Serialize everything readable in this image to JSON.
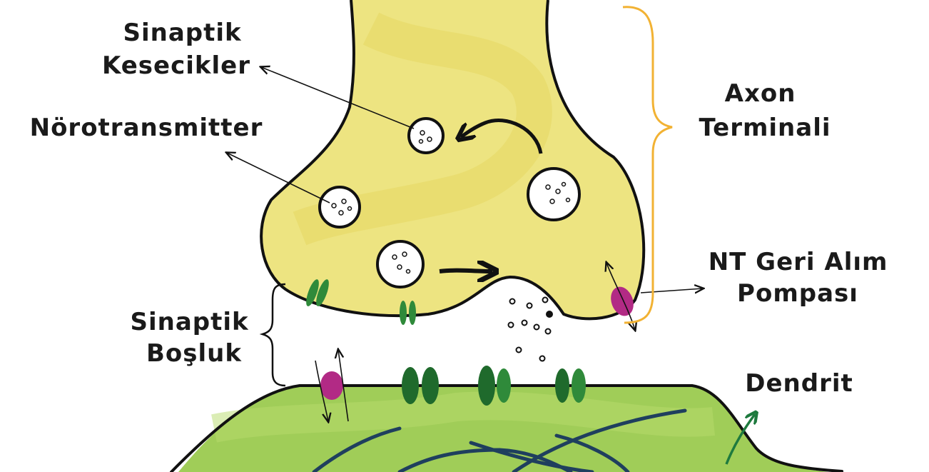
{
  "labels": {
    "synaptic_vesicles": [
      "Sinaptik",
      "Kesecikler"
    ],
    "neurotransmitter": "Nörotransmitter",
    "axon_terminal": [
      "Axon",
      "Terminali"
    ],
    "reuptake_pump": [
      "NT Geri Alım",
      "Pompası"
    ],
    "synaptic_cleft": [
      "Sinaptik",
      "Boşluk"
    ],
    "dendrite": "Dendrit"
  },
  "colors": {
    "axon_fill": "#ece37a",
    "dendrite_fill": "#98c94a",
    "receptor": "#2f8a3a",
    "receptor_dark": "#1f6a2c",
    "pump": "#b22a85",
    "brace": "#f2b233",
    "outline": "#111111",
    "filament": "#1f3f5e",
    "dendrite_arrow": "#1e7a3e"
  }
}
